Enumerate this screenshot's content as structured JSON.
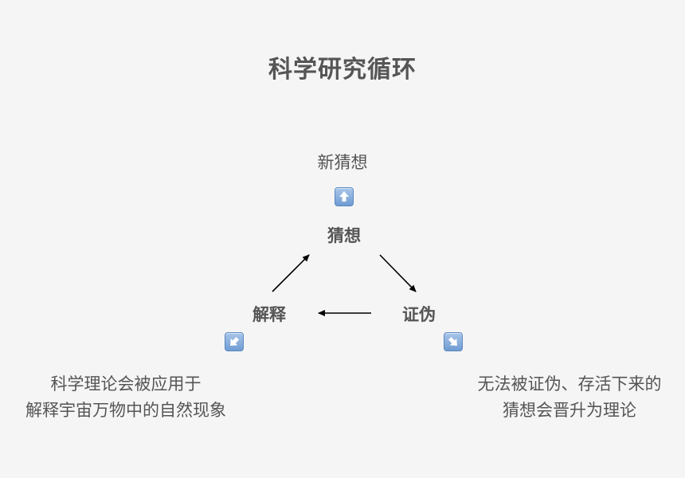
{
  "title": "科学研究循环",
  "nodes": {
    "guess": "猜想",
    "falsify": "证伪",
    "explain": "解释"
  },
  "top_note": "新猜想",
  "captions": {
    "left": [
      "科学理论会被应用于",
      "解释宇宙万物中的自然现象"
    ],
    "right": [
      "无法被证伪、存活下来的",
      "猜想会晋升为理论"
    ]
  },
  "icons": {
    "top": "up-arrow-icon",
    "left": "down-left-arrow-icon",
    "right": "down-right-arrow-icon"
  },
  "colors": {
    "background": "#f5f5f5",
    "text": "#555555",
    "arrow": "#000000",
    "icon_fill": "#7fa8da"
  }
}
